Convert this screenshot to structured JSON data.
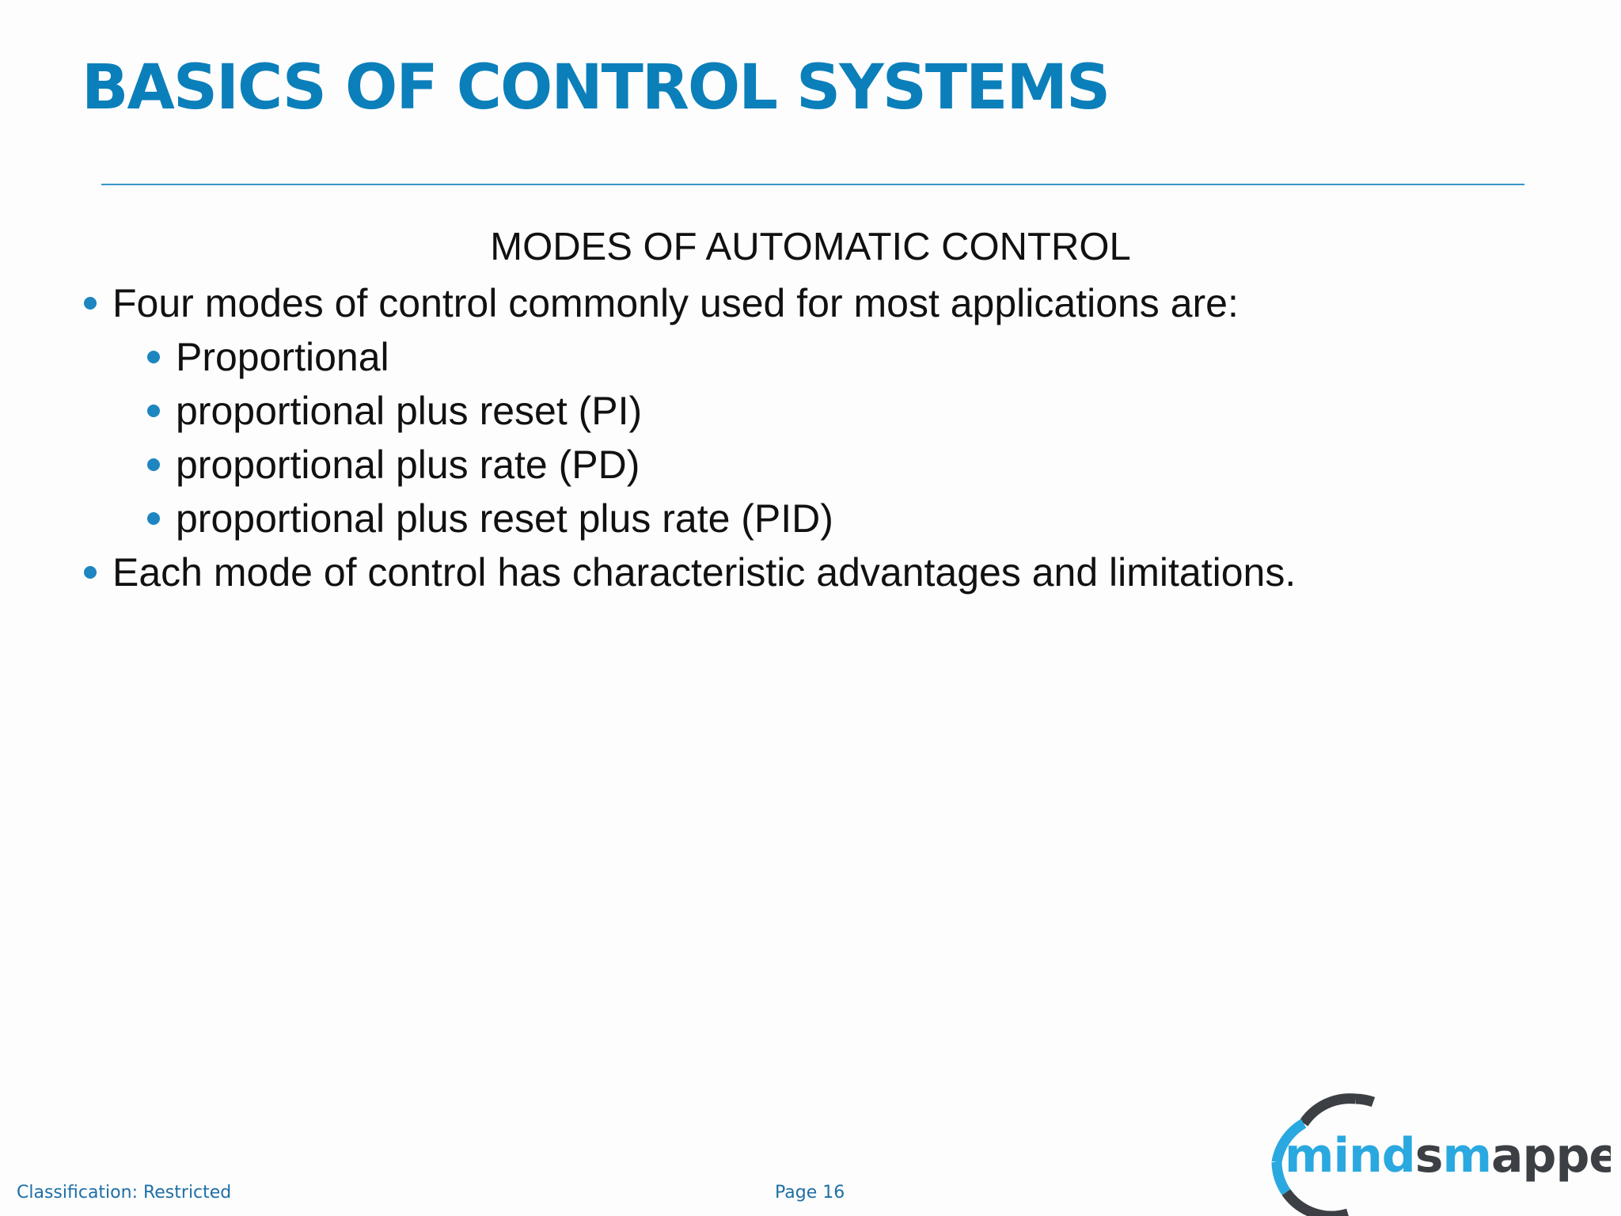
{
  "slide": {
    "title": "BASICS OF CONTROL SYSTEMS",
    "subheading": "MODES OF AUTOMATIC CONTROL",
    "bullets": [
      {
        "level": 1,
        "text": "Four modes of control commonly used for most applications are:"
      },
      {
        "level": 2,
        "text": "Proportional"
      },
      {
        "level": 2,
        "text": "proportional plus reset (PI)"
      },
      {
        "level": 2,
        "text": "proportional plus rate (PD)"
      },
      {
        "level": 2,
        "text": "proportional plus reset plus rate (PID)"
      },
      {
        "level": 1,
        "text": "Each mode of control has characteristic advantages and limitations."
      }
    ]
  },
  "footer": {
    "classification": "Classification: Restricted",
    "page": "Page 16"
  },
  "logo": {
    "text": "mindsmapped",
    "parts": [
      "mind",
      "s",
      "m",
      "apped"
    ]
  },
  "colors": {
    "accent": "#0b7fba",
    "bullet": "#1d86c0",
    "logo_blue": "#2aa8e0",
    "logo_dark": "#3c3f44"
  }
}
